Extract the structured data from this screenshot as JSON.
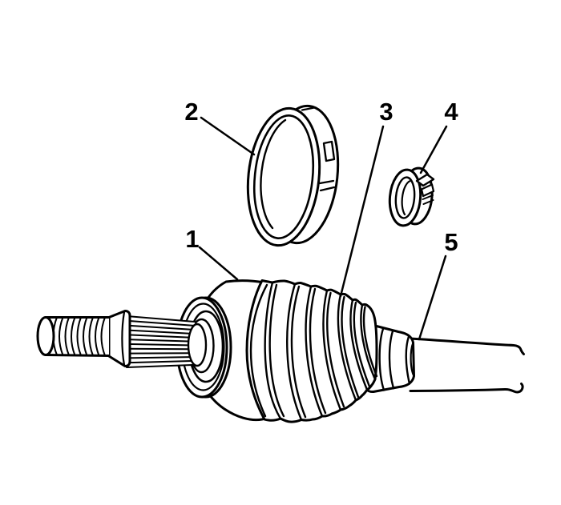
{
  "figure": {
    "kind": "exploded-parts-line-drawing",
    "background_color": "#ffffff",
    "line_color": "#000000",
    "callouts": [
      {
        "label": "1"
      },
      {
        "label": "2"
      },
      {
        "label": "3"
      },
      {
        "label": "4"
      },
      {
        "label": "5"
      }
    ]
  }
}
